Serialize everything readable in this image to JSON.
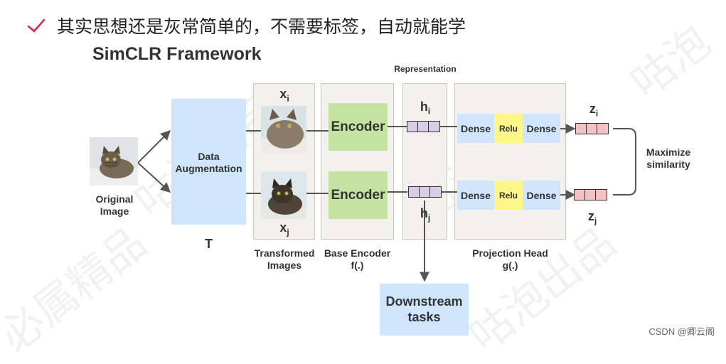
{
  "heading": {
    "text": "其实思想还是灰常简单的，不需要标签，自动就能学"
  },
  "diagram": {
    "title": "SimCLR Framework",
    "representation_label": "Representation",
    "original_image_label": "Original\nImage",
    "augmentation_label": "Data\nAugmentation",
    "augmentation_symbol": "T",
    "transformed_label": "Transformed\nImages",
    "xi": "x",
    "xi_sub": "i",
    "xj": "x",
    "xj_sub": "j",
    "encoder_label": "Encoder",
    "base_encoder_label": "Base Encoder\nf(.)",
    "hi": "h",
    "hi_sub": "i",
    "hj": "h",
    "hj_sub": "j",
    "dense_label": "Dense",
    "relu_label": "Relu",
    "projection_head_label": "Projection Head\ng(.)",
    "zi": "z",
    "zi_sub": "i",
    "zj": "z",
    "zj_sub": "j",
    "maximize_label": "Maximize\nsimilarity",
    "downstream_label": "Downstream\ntasks"
  },
  "footer": {
    "credit": "CSDN @卿云阁"
  },
  "colors": {
    "panel_bg": "#f2f1ed",
    "augmentation_bg": "#cfe5fb",
    "encoder_bg": "#c5e2a0",
    "dense_bg": "#cfe5fb",
    "relu_bg": "#fff68a",
    "h_vector": "#d6cde6",
    "z_vector": "#f3c2c2",
    "check_icon": "#d0304a"
  }
}
